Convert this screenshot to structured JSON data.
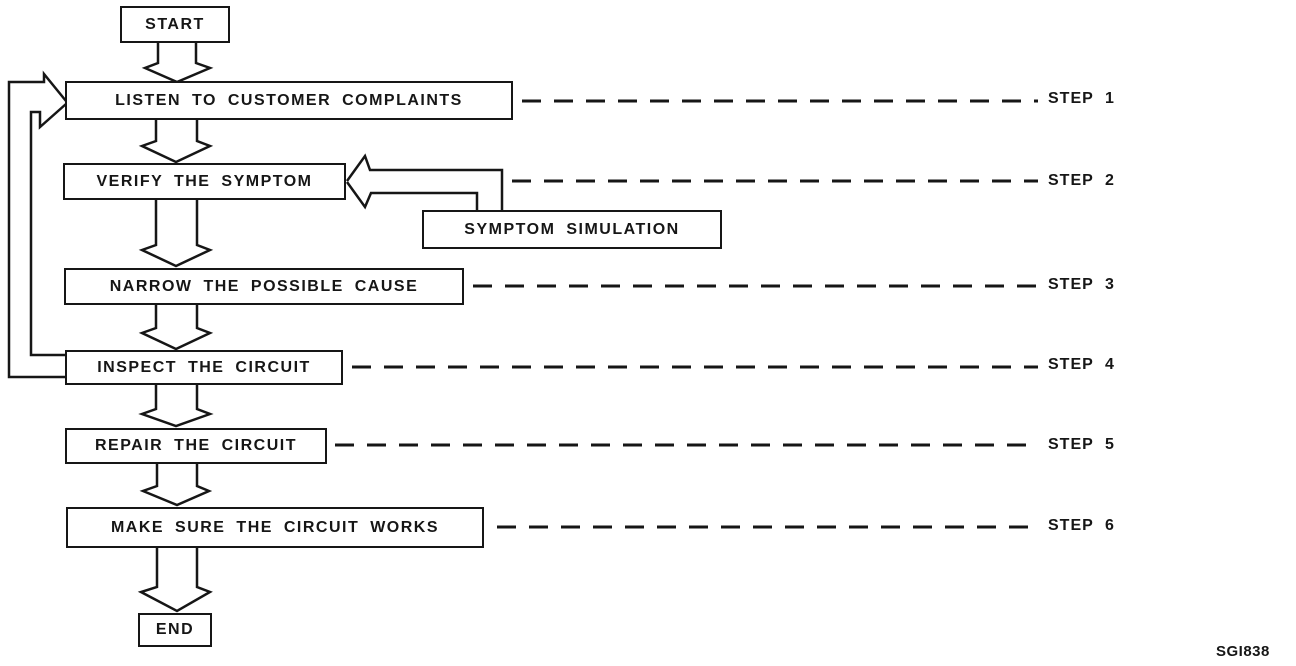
{
  "diagram": {
    "figure_code": "SGI838",
    "nodes": {
      "start": "START",
      "listen": "LISTEN TO CUSTOMER COMPLAINTS",
      "verify": "VERIFY THE SYMPTOM",
      "symptom_simulation": "SYMPTOM SIMULATION",
      "narrow": "NARROW THE POSSIBLE CAUSE",
      "inspect": "INSPECT THE CIRCUIT",
      "repair": "REPAIR THE CIRCUIT",
      "make_sure": "MAKE SURE THE CIRCUIT WORKS",
      "end": "END"
    },
    "steps": [
      {
        "label": "STEP 1",
        "node": "LISTEN TO CUSTOMER COMPLAINTS"
      },
      {
        "label": "STEP 2",
        "node": "VERIFY THE SYMPTOM"
      },
      {
        "label": "STEP 3",
        "node": "NARROW THE POSSIBLE CAUSE"
      },
      {
        "label": "STEP 4",
        "node": "INSPECT THE CIRCUIT"
      },
      {
        "label": "STEP 5",
        "node": "REPAIR THE CIRCUIT"
      },
      {
        "label": "STEP 6",
        "node": "MAKE SURE THE CIRCUIT WORKS"
      }
    ],
    "flow": [
      {
        "from": "START",
        "to": "LISTEN TO CUSTOMER COMPLAINTS"
      },
      {
        "from": "LISTEN TO CUSTOMER COMPLAINTS",
        "to": "VERIFY THE SYMPTOM"
      },
      {
        "from": "SYMPTOM SIMULATION",
        "to": "VERIFY THE SYMPTOM"
      },
      {
        "from": "VERIFY THE SYMPTOM",
        "to": "NARROW THE POSSIBLE CAUSE"
      },
      {
        "from": "NARROW THE POSSIBLE CAUSE",
        "to": "INSPECT THE CIRCUIT"
      },
      {
        "from": "INSPECT THE CIRCUIT",
        "to": "LISTEN TO CUSTOMER COMPLAINTS",
        "type": "feedback"
      },
      {
        "from": "INSPECT THE CIRCUIT",
        "to": "REPAIR THE CIRCUIT"
      },
      {
        "from": "REPAIR THE CIRCUIT",
        "to": "MAKE SURE THE CIRCUIT WORKS"
      },
      {
        "from": "MAKE SURE THE CIRCUIT WORKS",
        "to": "END"
      }
    ],
    "colors": {
      "ink": "#161616",
      "background": "#ffffff"
    }
  }
}
